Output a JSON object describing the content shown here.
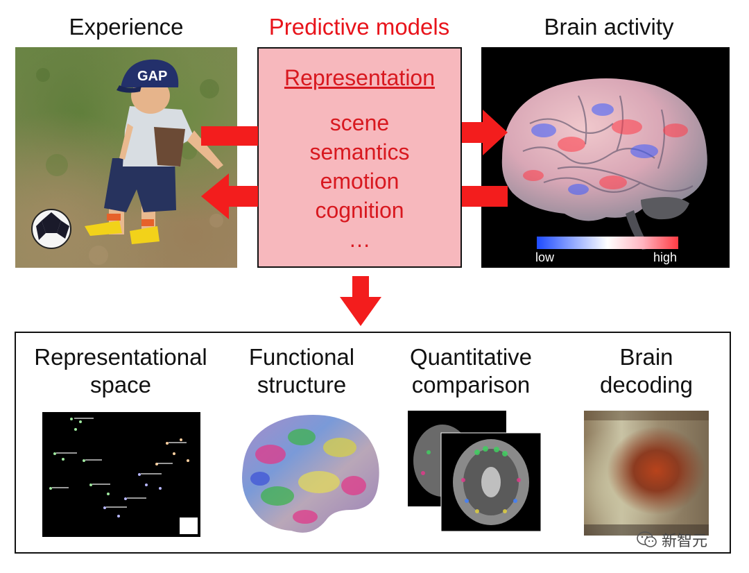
{
  "titles": {
    "experience": "Experience",
    "predictive_models": "Predictive models",
    "brain_activity": "Brain activity"
  },
  "model_box": {
    "heading": "Representation",
    "items": [
      "scene",
      "semantics",
      "emotion",
      "cognition",
      "…"
    ]
  },
  "photo": {
    "cap_text": "GAP"
  },
  "brain": {
    "colorbar_low": "low",
    "colorbar_high": "high"
  },
  "outputs": [
    {
      "line1": "Representational",
      "line2": "space"
    },
    {
      "line1": "Functional",
      "line2": "structure"
    },
    {
      "line1": "Quantitative",
      "line2": "comparison"
    },
    {
      "line1": "Brain",
      "line2": "decoding"
    }
  ],
  "watermark": {
    "text": "新智元",
    "icon": "wechat-icon"
  },
  "colors": {
    "accent_red": "#e8141b",
    "box_fill": "#f7b8bd"
  }
}
